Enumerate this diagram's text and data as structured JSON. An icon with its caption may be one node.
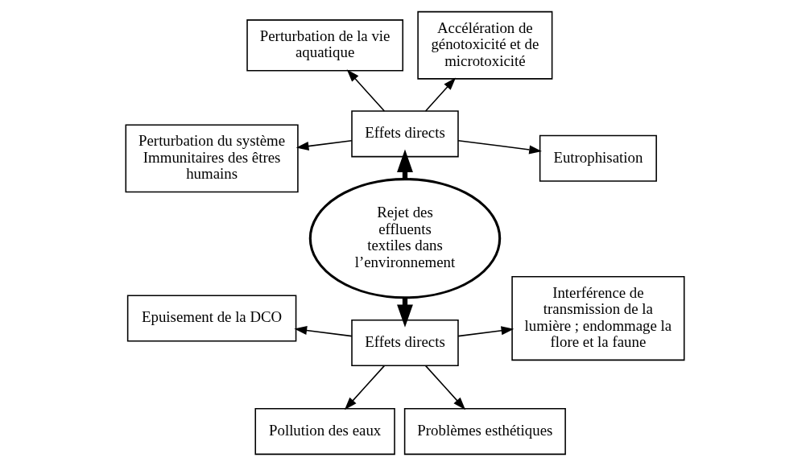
{
  "diagram": {
    "nodes": [
      {
        "text": [
          "Rejet des effluents textiles dans l’environnement"
        ]
      },
      {
        "text": [
          "Effets directs"
        ]
      },
      {
        "text": [
          "Effets directs"
        ]
      },
      {
        "text": [
          "Eutrophisation"
        ]
      },
      {
        "text": [
          "Accélération de génotoxicité et de microtoxicité"
        ]
      },
      {
        "text": [
          "Perturbation de la vie aquatique"
        ]
      },
      {
        "text": [
          "Perturbation du système Immunitaires des êtres humains"
        ]
      },
      {
        "text": [
          "Epuisement de la DCO"
        ]
      },
      {
        "text": [
          "Pollution des eaux"
        ]
      },
      {
        "text": [
          "Problèmes esthétiques"
        ]
      },
      {
        "text": [
          "Interférence de transmission de la lumière ; endommage la flore et la faune"
        ]
      }
    ],
    "edges": [
      {
        "from": 0,
        "to": 1,
        "arrow": "to",
        "style": "thick"
      },
      {
        "from": 0,
        "to": 2,
        "arrow": "to",
        "style": "thick"
      },
      {
        "from": 1,
        "to": 3,
        "arrow": "to"
      },
      {
        "from": 1,
        "to": 4,
        "arrow": "to"
      },
      {
        "from": 1,
        "to": 5,
        "arrow": "to"
      },
      {
        "from": 1,
        "to": 6,
        "arrow": "to"
      },
      {
        "from": 2,
        "to": 7,
        "arrow": "to"
      },
      {
        "from": 2,
        "to": 8,
        "arrow": "to"
      },
      {
        "from": 2,
        "to": 9,
        "arrow": "to"
      },
      {
        "from": 2,
        "to": 10,
        "arrow": "to"
      }
    ]
  }
}
